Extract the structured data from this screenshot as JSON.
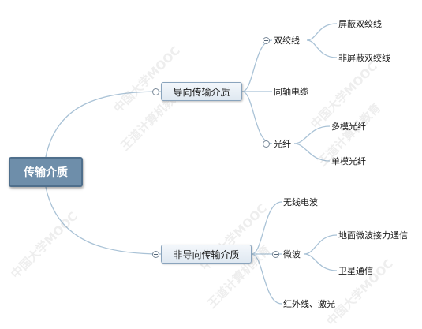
{
  "root": {
    "label": "传输介质"
  },
  "guided": {
    "label": "导向传输介质",
    "twisted_pair": {
      "label": "双绞线",
      "children": [
        "屏蔽双绞线",
        "非屏蔽双绞线"
      ]
    },
    "coax": {
      "label": "同轴电缆"
    },
    "fiber": {
      "label": "光纤",
      "children": [
        "多模光纤",
        "单模光纤"
      ]
    }
  },
  "unguided": {
    "label": "非导向传输介质",
    "radio": {
      "label": "无线电波"
    },
    "microwave": {
      "label": "微波",
      "children": [
        "地面微波接力通信",
        "卫星通信"
      ]
    },
    "infrared": {
      "label": "红外线、激光"
    }
  },
  "watermark": {
    "lines": [
      "中国大学MOOC",
      "王道计算机教育"
    ]
  },
  "colors": {
    "link": "#a9c2d6",
    "root_fill": "#6e8eaa",
    "main_border": "#8aa4bd"
  }
}
